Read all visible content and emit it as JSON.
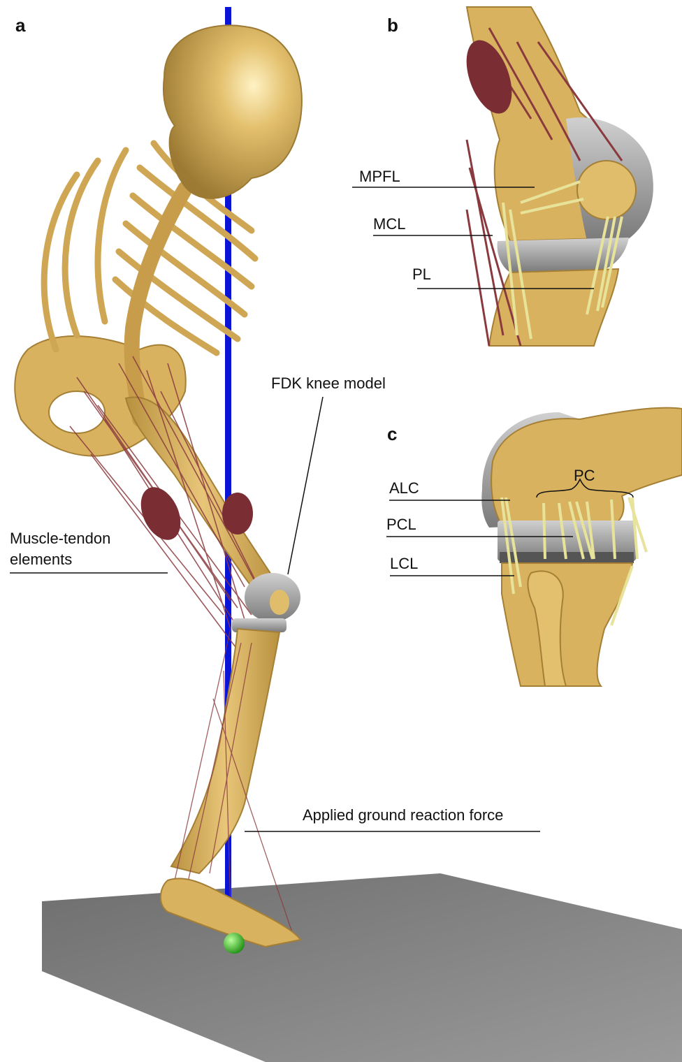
{
  "panels": {
    "a": {
      "letter": "a"
    },
    "b": {
      "letter": "b"
    },
    "c": {
      "letter": "c"
    }
  },
  "labels": {
    "muscle_tendon_line1": "Muscle-tendon",
    "muscle_tendon_line2": "elements",
    "fdk": "FDK knee model",
    "grf": "Applied ground reaction force",
    "mpfl": "MPFL",
    "mcl": "MCL",
    "pl": "PL",
    "alc": "ALC",
    "pc": "PC",
    "pcl": "PCL",
    "lcl": "LCL"
  },
  "colors": {
    "bone": "#d9b25f",
    "bone_dark": "#b8913f",
    "muscle": "#8a3a3e",
    "ligament": "#e8e39a",
    "implant": "#9e9e9e",
    "force_vector": "#0a14d6",
    "ground": "#7c7c7c",
    "contact_point": "#3ecf2a"
  }
}
